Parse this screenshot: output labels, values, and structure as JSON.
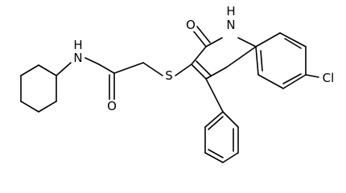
{
  "molecule": {
    "atoms": {
      "nh_amide": "N\nH",
      "o_amide": "O",
      "s_thioether": "S",
      "o_lactam": "O",
      "nh_ring": "H\nN",
      "cl": "Cl"
    }
  }
}
